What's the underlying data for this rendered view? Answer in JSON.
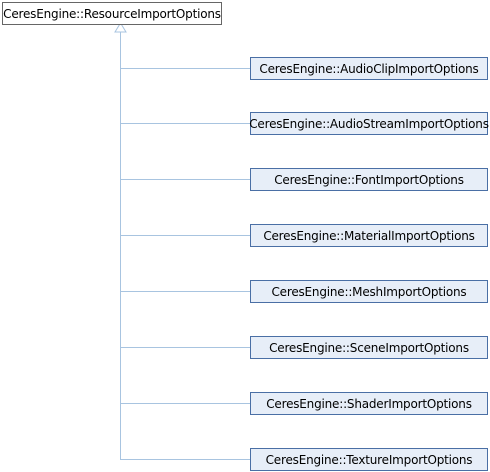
{
  "diagram": {
    "base": {
      "label": "CeresEngine::ResourceImportOptions"
    },
    "derived": [
      {
        "label": "CeresEngine::AudioClipImportOptions"
      },
      {
        "label": "CeresEngine::AudioStreamImportOptions"
      },
      {
        "label": "CeresEngine::FontImportOptions"
      },
      {
        "label": "CeresEngine::MaterialImportOptions"
      },
      {
        "label": "CeresEngine::MeshImportOptions"
      },
      {
        "label": "CeresEngine::SceneImportOptions"
      },
      {
        "label": "CeresEngine::ShaderImportOptions"
      },
      {
        "label": "CeresEngine::TextureImportOptions"
      }
    ],
    "colors": {
      "base_fill": "#ffffff",
      "base_border": "#666666",
      "derived_fill": "#e7eef8",
      "derived_border": "#4a6fa5",
      "connector": "#a8c4e0"
    }
  }
}
